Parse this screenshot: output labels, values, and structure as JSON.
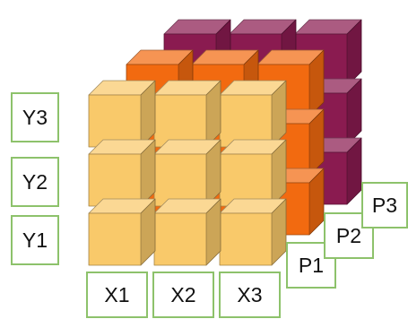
{
  "diagram": {
    "y_labels": [
      "Y3",
      "Y2",
      "Y1"
    ],
    "x_labels": [
      "X1",
      "X2",
      "X3"
    ],
    "p_labels": [
      "P1",
      "P2",
      "P3"
    ],
    "colors": {
      "front_layer": "#f9c96a",
      "middle_layer": "#f26a10",
      "back_layer": "#8a1b50",
      "label_border": "#8dc26b"
    }
  }
}
